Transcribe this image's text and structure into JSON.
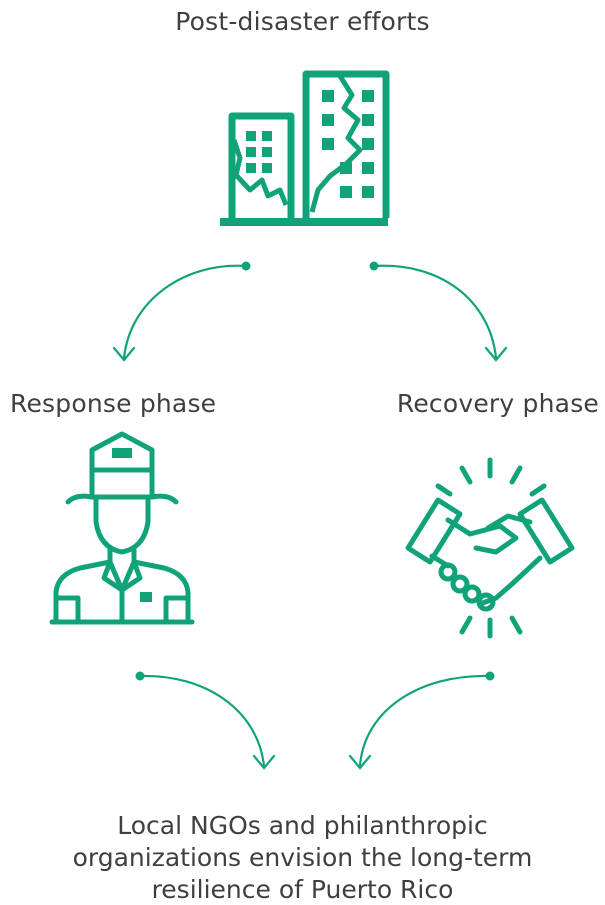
{
  "title": "Post-disaster efforts",
  "phases": {
    "response": "Response phase",
    "recovery": "Recovery phase"
  },
  "outcome": {
    "lines": [
      "Local NGOs and philanthropic",
      "organizations envision the long-term",
      "resilience of Puerto Rico"
    ]
  },
  "icons": {
    "top": "damaged-buildings-icon",
    "left": "rescue-worker-icon",
    "right": "handshake-icon"
  },
  "colors": {
    "accent": "#10a37a",
    "text": "#3f3f3f"
  }
}
